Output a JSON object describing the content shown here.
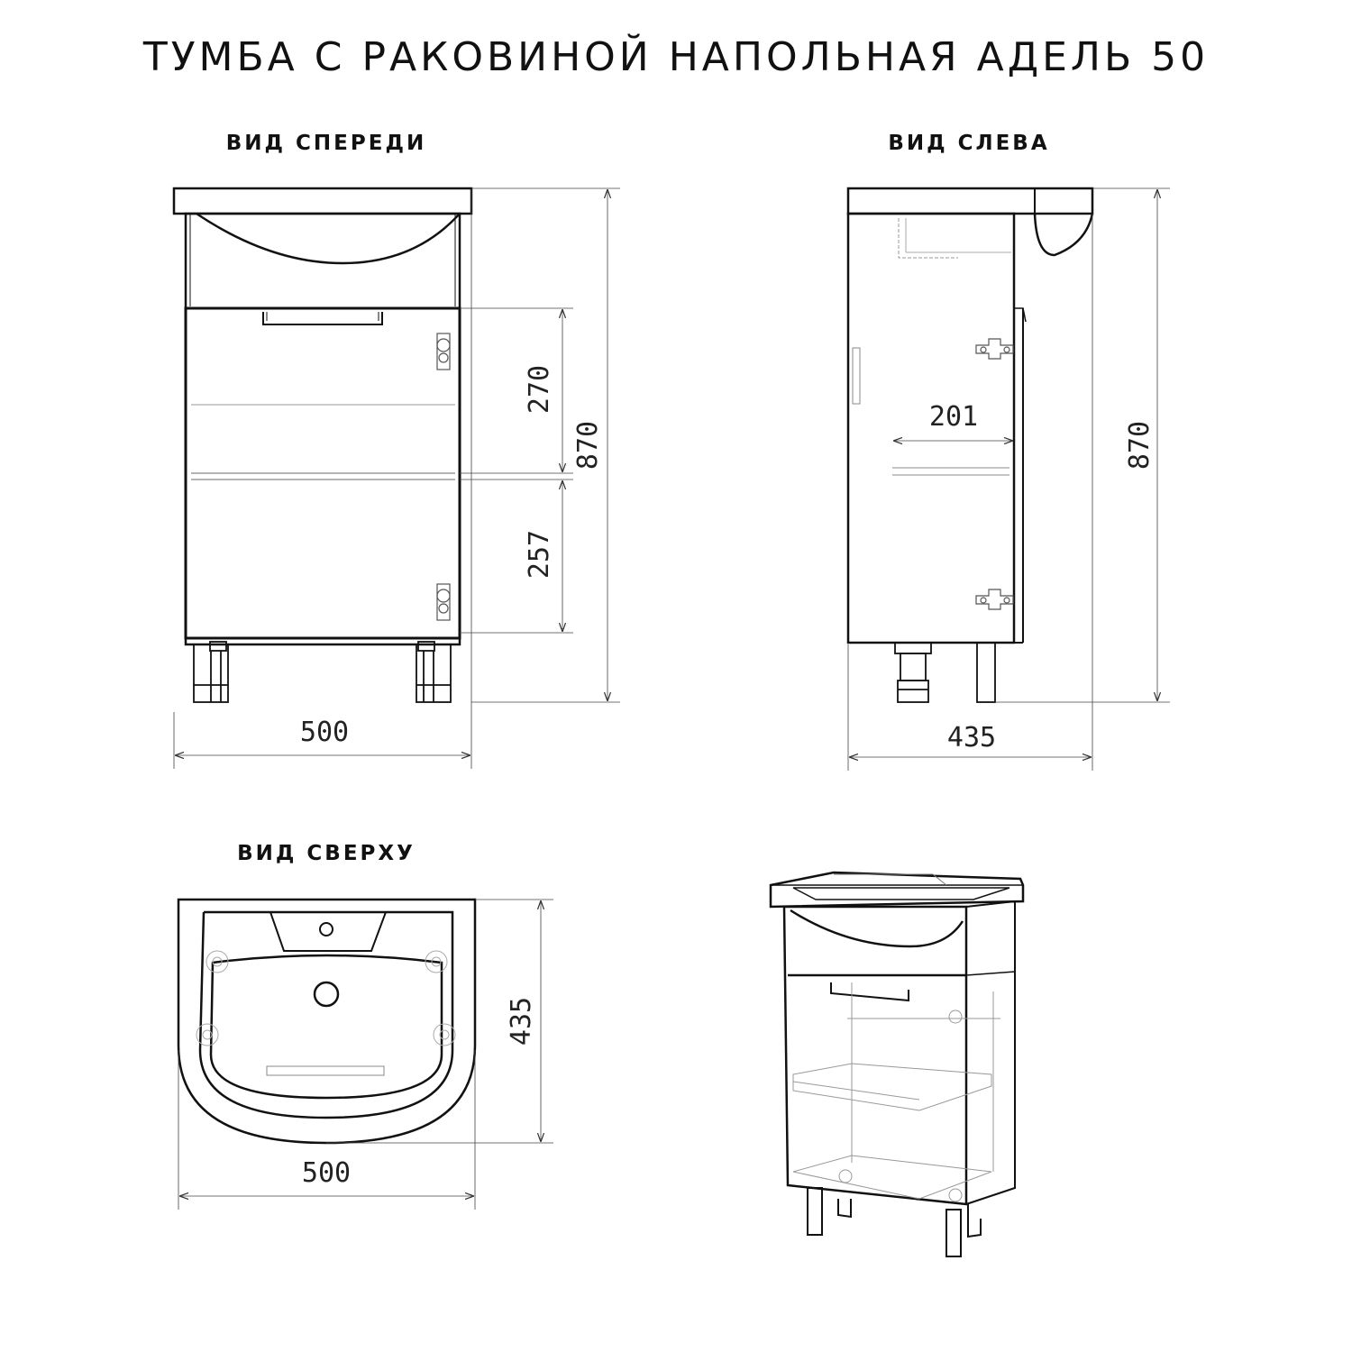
{
  "title": "ТУМБА С РАКОВИНОЙ НАПОЛЬНАЯ АДЕЛЬ 50",
  "views": {
    "front": "ВИД СПЕРЕДИ",
    "left": "ВИД СЛЕВА",
    "top": "ВИД СВЕРХУ"
  },
  "dimensions": {
    "front_width": "500",
    "front_height": "870",
    "front_upper_shelf": "270",
    "front_lower_shelf": "257",
    "side_depth": "435",
    "side_height": "870",
    "side_shelf_depth": "201",
    "top_width": "500",
    "top_depth": "435"
  }
}
